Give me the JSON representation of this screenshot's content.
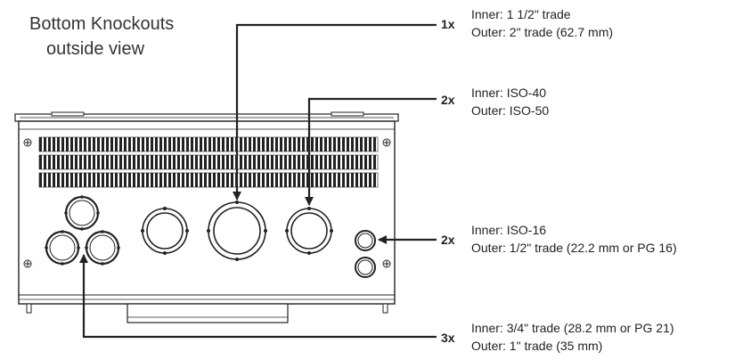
{
  "title": {
    "line1": "Bottom Knockouts",
    "line2": "outside view"
  },
  "callouts": [
    {
      "qty": "1x",
      "inner": "Inner: 1 1/2\" trade",
      "outer": "Outer: 2\" trade (62.7 mm)"
    },
    {
      "qty": "2x",
      "inner": "Inner: ISO-40",
      "outer": "Outer: ISO-50"
    },
    {
      "qty": "2x",
      "inner": "Inner: ISO-16",
      "outer": "Outer: 1/2\" trade (22.2 mm or PG 16)"
    },
    {
      "qty": "3x",
      "inner": "Inner: 3/4\" trade (28.2 mm or PG 21)",
      "outer": "Outer: 1\" trade (35 mm)"
    }
  ]
}
